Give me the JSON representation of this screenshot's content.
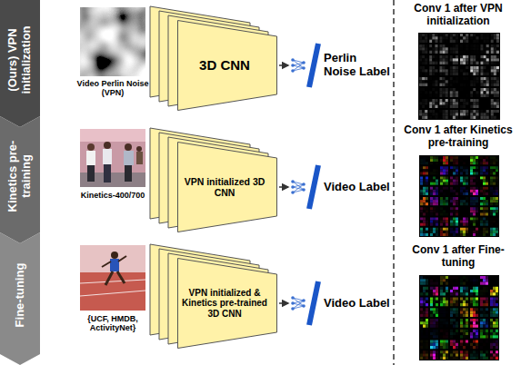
{
  "diagram": {
    "nodes": [
      {
        "text": [
          "(Ours) VPN initialization"
        ]
      },
      {
        "text": [
          "3D CNN"
        ]
      },
      {
        "text": [
          "Kinetics pre-training"
        ]
      },
      {
        "text": [
          "VPN initialized 3D CNN"
        ]
      },
      {
        "text": [
          "Fine-tuning"
        ]
      },
      {
        "text": [
          "VPN initialized & Kinetics pre-trained 3D CNN"
        ]
      }
    ],
    "labels": [
      "Video Perlin Noise (VPN)",
      "Perlin Noise Label",
      "Conv 1 after VPN initialization",
      "Kinetics-400/700",
      "Video Label",
      "Conv 1 after Kinetics pre-training",
      "{UCF, HMDB, ActivityNet}",
      "Video Label",
      "Conv 1 after Fine-tuning"
    ]
  }
}
